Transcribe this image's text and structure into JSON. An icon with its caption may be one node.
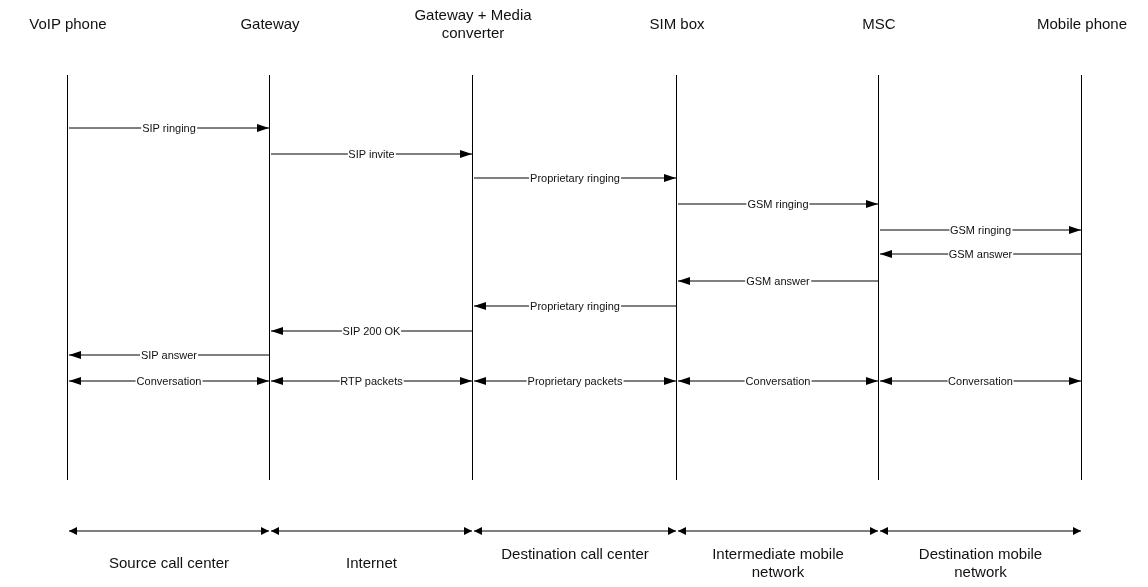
{
  "diagram": {
    "nodes": [
      {
        "text": [
          "VoIP phone"
        ]
      },
      {
        "text": [
          "Gateway"
        ]
      },
      {
        "text": [
          "Gateway + Media converter"
        ]
      },
      {
        "text": [
          "SIM box"
        ]
      },
      {
        "text": [
          "MSC"
        ]
      },
      {
        "text": [
          "Mobile phone"
        ]
      }
    ],
    "edges": [
      {
        "from": 0,
        "to": 1,
        "arrow": "to",
        "label": "SIP ringing"
      },
      {
        "from": 1,
        "to": 2,
        "arrow": "to",
        "label": "SIP invite"
      },
      {
        "from": 2,
        "to": 3,
        "arrow": "to",
        "label": "Proprietary ringing"
      },
      {
        "from": 3,
        "to": 4,
        "arrow": "to",
        "label": "GSM ringing"
      },
      {
        "from": 4,
        "to": 5,
        "arrow": "to",
        "label": "GSM ringing"
      },
      {
        "from": 5,
        "to": 4,
        "arrow": "to",
        "label": "GSM answer"
      },
      {
        "from": 4,
        "to": 3,
        "arrow": "to",
        "label": "GSM answer"
      },
      {
        "from": 3,
        "to": 2,
        "arrow": "to",
        "label": "Proprietary ringing"
      },
      {
        "from": 2,
        "to": 1,
        "arrow": "to",
        "label": "SIP 200 OK"
      },
      {
        "from": 1,
        "to": 0,
        "arrow": "to",
        "label": "SIP answer"
      },
      {
        "from": 0,
        "to": 1,
        "arrow": "both",
        "label": "Conversation"
      },
      {
        "from": 1,
        "to": 2,
        "arrow": "both",
        "label": "RTP packets"
      },
      {
        "from": 2,
        "to": 3,
        "arrow": "both",
        "label": "Proprietary packets"
      },
      {
        "from": 3,
        "to": 4,
        "arrow": "both",
        "label": "Conversation"
      },
      {
        "from": 4,
        "to": 5,
        "arrow": "both",
        "label": "Conversation"
      }
    ],
    "labels": [
      "Source call center",
      "Internet",
      "Destination call center",
      "Intermediate mobile network",
      "Destination mobile network"
    ]
  }
}
